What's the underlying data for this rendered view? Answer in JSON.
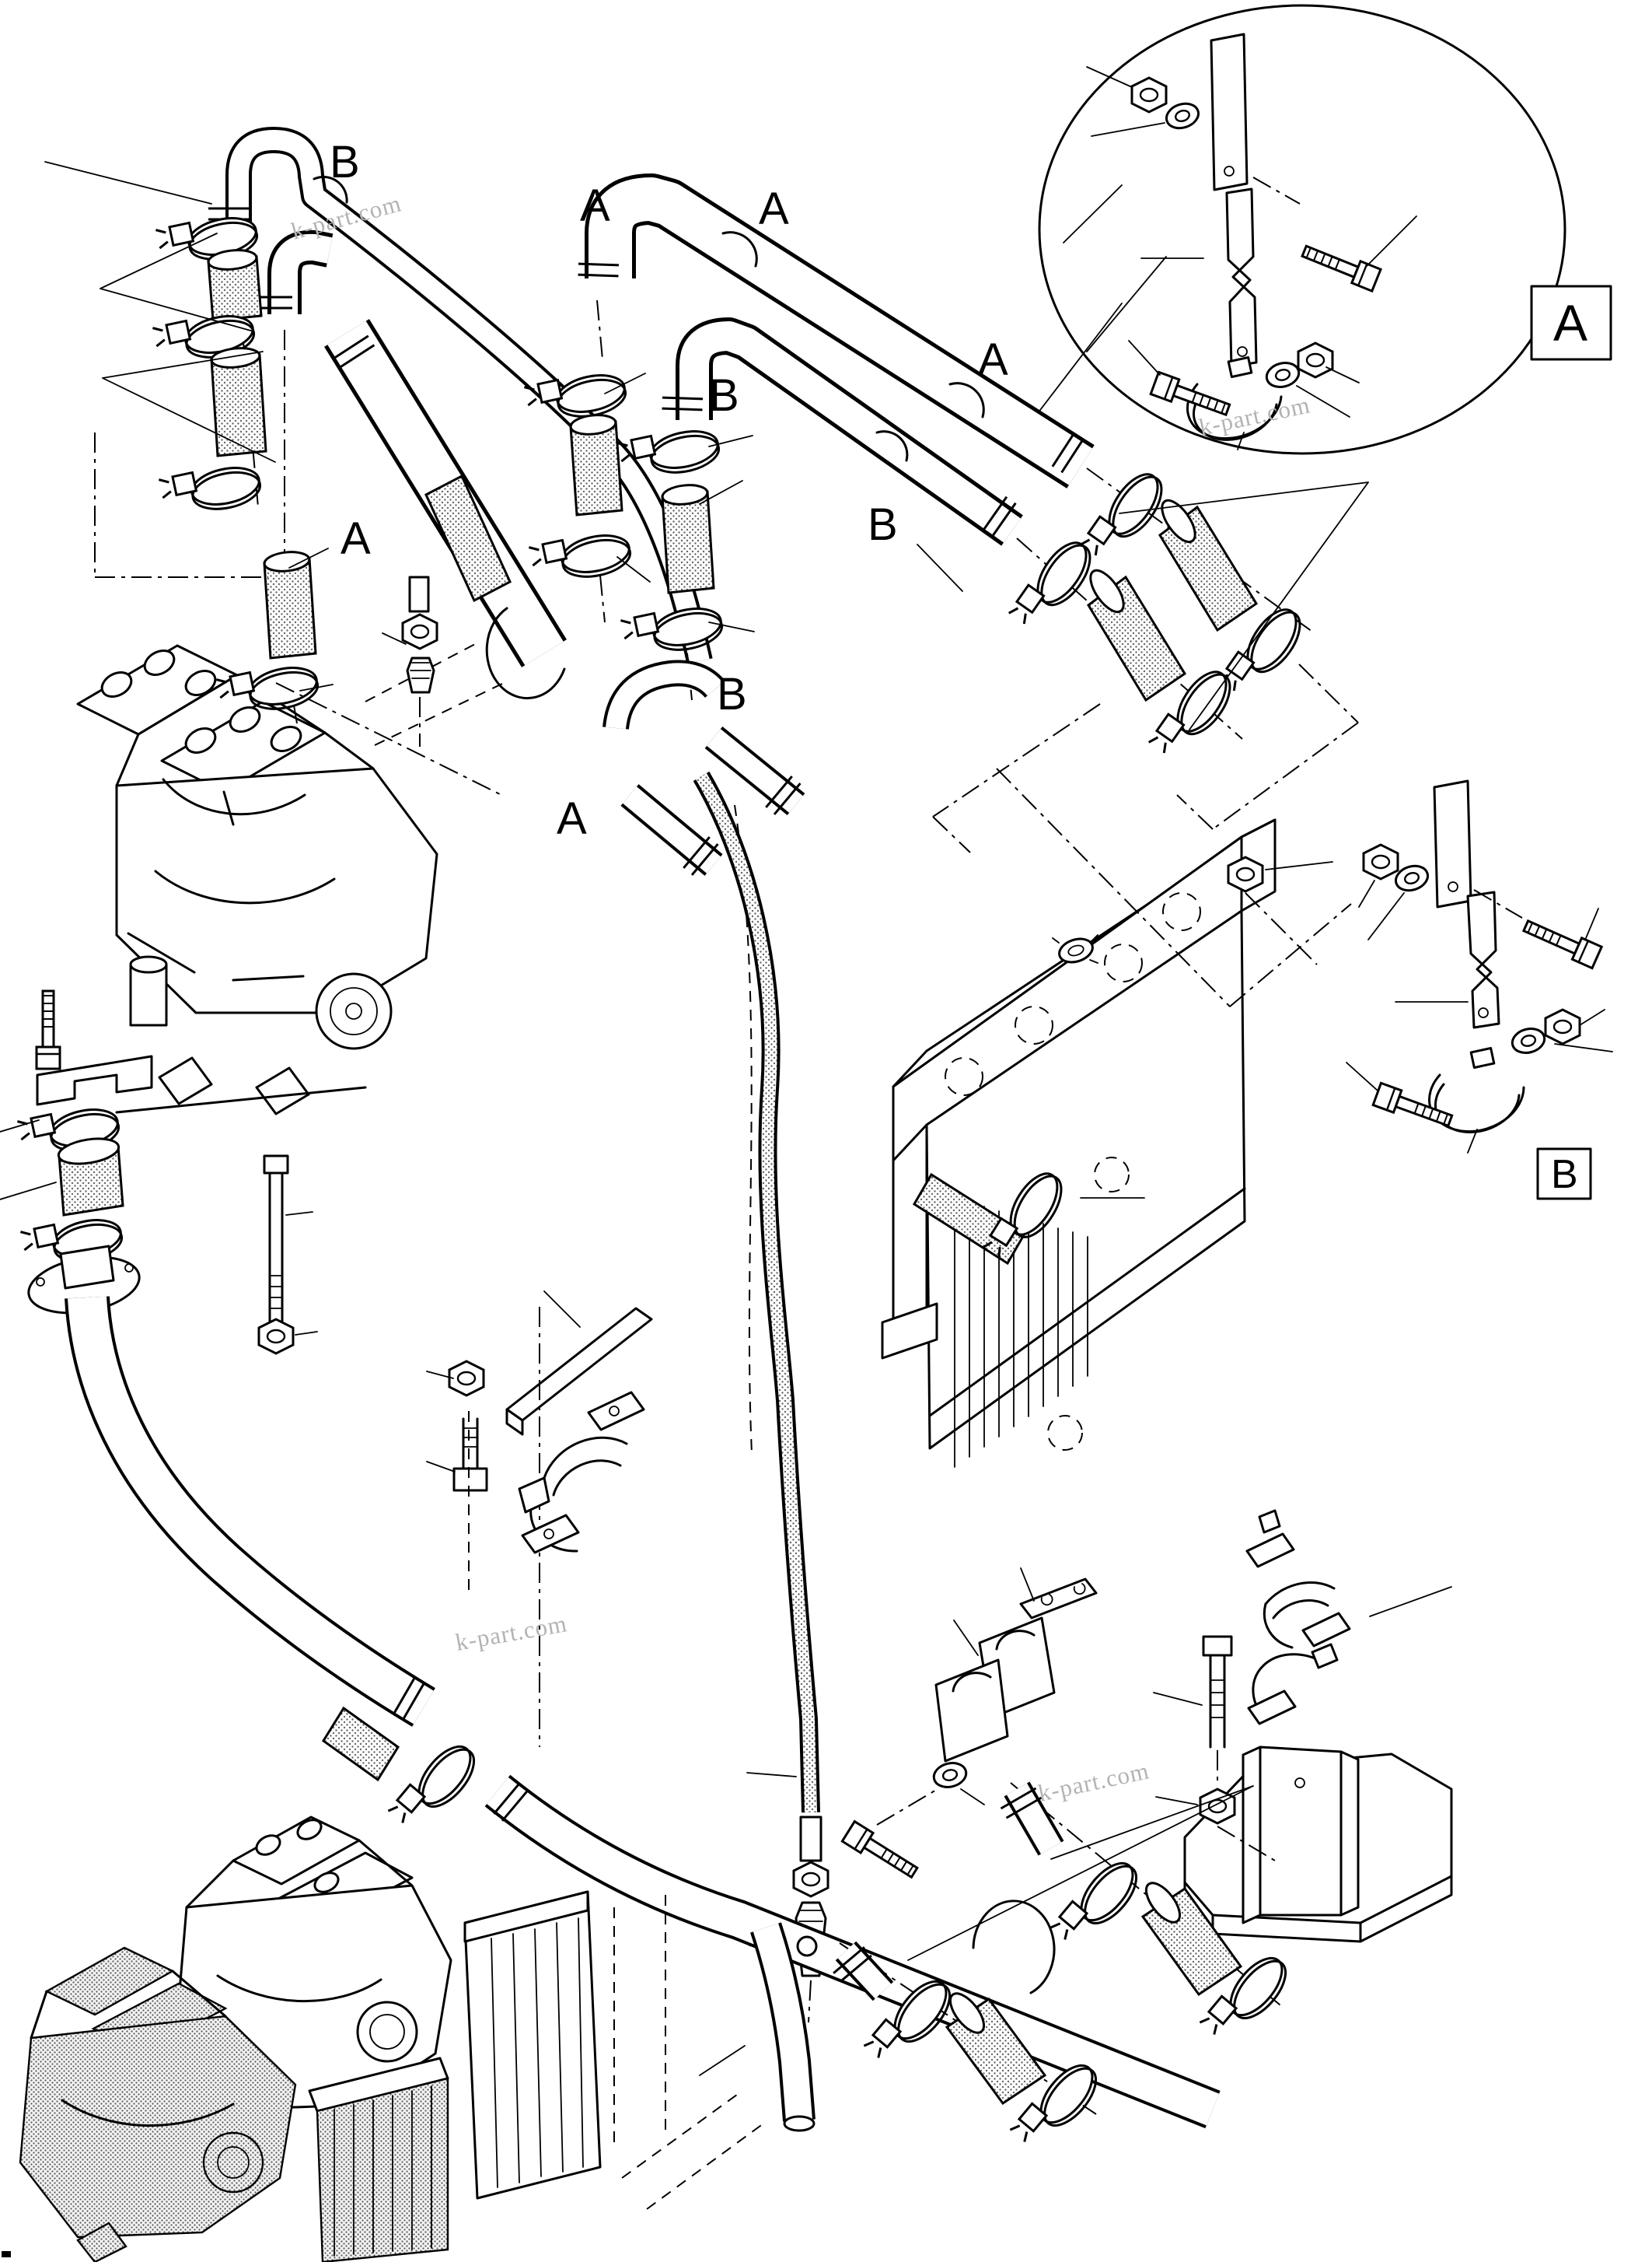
{
  "diagram": {
    "watermark": {
      "text": "k-part.com",
      "color": "#b3b3b3"
    },
    "callouts": {
      "a": "A",
      "b": "B"
    },
    "detail_boxes": {
      "a": "A",
      "b": "B"
    },
    "colors": {
      "line": "#000000",
      "background": "#ffffff",
      "shade": "#cccccc"
    }
  }
}
